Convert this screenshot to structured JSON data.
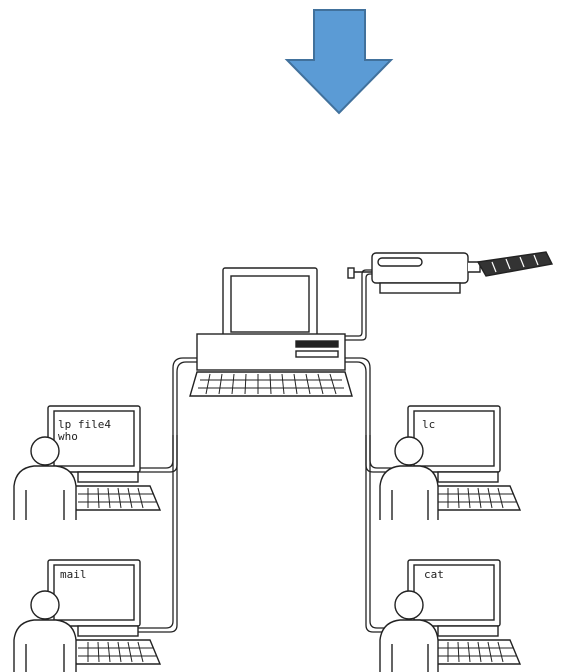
{
  "arrow": {
    "color": "#5B9BD5",
    "border": "#41719C",
    "icon": "down-arrow-icon"
  },
  "diagram": {
    "line_color": "#222222",
    "host": {
      "icon": "host-computer-icon"
    },
    "printer": {
      "icon": "printer-icon"
    },
    "terminals": [
      {
        "icon": "user-terminal-icon",
        "lines": [
          "lp file4",
          "who"
        ]
      },
      {
        "icon": "user-terminal-icon",
        "lines": [
          "lc"
        ]
      },
      {
        "icon": "user-terminal-icon",
        "lines": [
          "mail"
        ]
      },
      {
        "icon": "user-terminal-icon",
        "lines": [
          "cat"
        ]
      }
    ]
  }
}
